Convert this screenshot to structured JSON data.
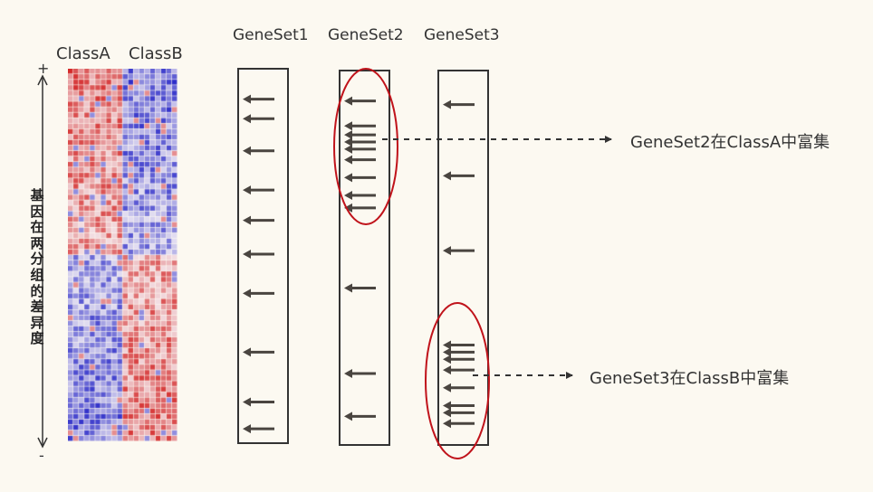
{
  "heatmap": {
    "columns": [
      {
        "label": "ClassA"
      },
      {
        "label": "ClassB"
      }
    ]
  },
  "axis": {
    "top_symbol": "+",
    "bottom_symbol": "-",
    "vertical_label": "基因在两分组的差异度"
  },
  "gene_sets": [
    {
      "label": "GeneSet1",
      "arrow_ranks": [
        0.06,
        0.115,
        0.205,
        0.315,
        0.4,
        0.495,
        0.605,
        0.77,
        0.91,
        0.985
      ]
    },
    {
      "label": "GeneSet2",
      "arrow_ranks": [
        0.06,
        0.13,
        0.155,
        0.175,
        0.195,
        0.225,
        0.275,
        0.325,
        0.36,
        0.585,
        0.825,
        0.945
      ]
    },
    {
      "label": "GeneSet3",
      "arrow_ranks": [
        0.07,
        0.27,
        0.48,
        0.745,
        0.765,
        0.785,
        0.815,
        0.865,
        0.915,
        0.935,
        0.965
      ]
    }
  ],
  "annotations": [
    {
      "text": "GeneSet2在ClassA中富集"
    },
    {
      "text": "GeneSet3在ClassB中富集"
    }
  ],
  "colors": {
    "up": "#d42a2a",
    "down": "#2a2ac8",
    "arrow": "#4a4540",
    "ellipse": "#c0131b",
    "box": "#333333"
  }
}
